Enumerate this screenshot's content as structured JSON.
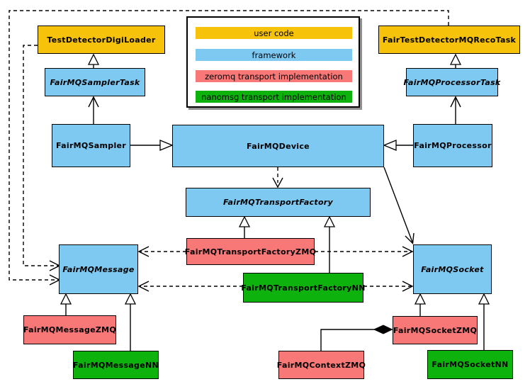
{
  "colors": {
    "user_code": "#F6C20A",
    "framework": "#7DC9F2",
    "zeromq": "#F87878",
    "nanomsg": "#0DB20D",
    "outline": "#000000",
    "background": "#FFFFFF",
    "legend_shadow": "#909090"
  },
  "legend": {
    "items": [
      {
        "label": "user code",
        "category": "user"
      },
      {
        "label": "framework",
        "category": "framework"
      },
      {
        "label": "zeromq transport implementation",
        "category": "zeromq"
      },
      {
        "label": "nanomsg transport implementation",
        "category": "nanomsg"
      }
    ]
  },
  "nodes": [
    {
      "id": "TestDetectorDigiLoader",
      "label": "TestDetectorDigiLoader",
      "category": "user",
      "abstract": false
    },
    {
      "id": "FairTestDetectorMQRecoTask",
      "label": "FairTestDetectorMQRecoTask",
      "category": "user",
      "abstract": false
    },
    {
      "id": "FairMQSamplerTask",
      "label": "FairMQSamplerTask",
      "category": "framework",
      "abstract": true
    },
    {
      "id": "FairMQProcessorTask",
      "label": "FairMQProcessorTask",
      "category": "framework",
      "abstract": true
    },
    {
      "id": "FairMQSampler",
      "label": "FairMQSampler",
      "category": "framework",
      "abstract": false
    },
    {
      "id": "FairMQDevice",
      "label": "FairMQDevice",
      "category": "framework",
      "abstract": false
    },
    {
      "id": "FairMQProcessor",
      "label": "FairMQProcessor",
      "category": "framework",
      "abstract": false
    },
    {
      "id": "FairMQTransportFactory",
      "label": "FairMQTransportFactory",
      "category": "framework",
      "abstract": true
    },
    {
      "id": "FairMQTransportFactoryZMQ",
      "label": "FairMQTransportFactoryZMQ",
      "category": "zeromq",
      "abstract": false
    },
    {
      "id": "FairMQTransportFactoryNN",
      "label": "FairMQTransportFactoryNN",
      "category": "nanomsg",
      "abstract": false
    },
    {
      "id": "FairMQMessage",
      "label": "FairMQMessage",
      "category": "framework",
      "abstract": true
    },
    {
      "id": "FairMQSocket",
      "label": "FairMQSocket",
      "category": "framework",
      "abstract": true
    },
    {
      "id": "FairMQMessageZMQ",
      "label": "FairMQMessageZMQ",
      "category": "zeromq",
      "abstract": false
    },
    {
      "id": "FairMQMessageNN",
      "label": "FairMQMessageNN",
      "category": "nanomsg",
      "abstract": false
    },
    {
      "id": "FairMQContextZMQ",
      "label": "FairMQContextZMQ",
      "category": "zeromq",
      "abstract": false
    },
    {
      "id": "FairMQSocketZMQ",
      "label": "FairMQSocketZMQ",
      "category": "zeromq",
      "abstract": false
    },
    {
      "id": "FairMQSocketNN",
      "label": "FairMQSocketNN",
      "category": "nanomsg",
      "abstract": false
    }
  ],
  "edges": [
    {
      "from": "FairMQSamplerTask",
      "to": "TestDetectorDigiLoader",
      "type": "generalization-hollow-triangle"
    },
    {
      "from": "FairMQSampler",
      "to": "FairMQSamplerTask",
      "type": "open-arrow"
    },
    {
      "from": "FairMQSampler",
      "to": "FairMQDevice",
      "type": "generalization-hollow-triangle"
    },
    {
      "from": "FairMQProcessorTask",
      "to": "FairTestDetectorMQRecoTask",
      "type": "generalization-hollow-triangle"
    },
    {
      "from": "FairMQProcessor",
      "to": "FairMQProcessorTask",
      "type": "open-arrow"
    },
    {
      "from": "FairMQProcessor",
      "to": "FairMQDevice",
      "type": "generalization-hollow-triangle"
    },
    {
      "from": "FairMQDevice",
      "to": "FairMQTransportFactory",
      "type": "dashed-open-arrow"
    },
    {
      "from": "FairMQDevice",
      "to": "FairMQSocket",
      "type": "open-arrow"
    },
    {
      "from": "FairMQTransportFactoryZMQ",
      "to": "FairMQTransportFactory",
      "type": "generalization-hollow-triangle"
    },
    {
      "from": "FairMQTransportFactoryNN",
      "to": "FairMQTransportFactory",
      "type": "generalization-hollow-triangle"
    },
    {
      "from": "FairMQTransportFactoryZMQ",
      "to": "FairMQMessage",
      "type": "dashed-open-arrow"
    },
    {
      "from": "FairMQTransportFactoryZMQ",
      "to": "FairMQSocket",
      "type": "dashed-open-arrow"
    },
    {
      "from": "FairMQTransportFactoryNN",
      "to": "FairMQMessage",
      "type": "dashed-open-arrow"
    },
    {
      "from": "FairMQTransportFactoryNN",
      "to": "FairMQSocket",
      "type": "dashed-open-arrow"
    },
    {
      "from": "TestDetectorDigiLoader",
      "to": "FairMQMessage",
      "type": "dashed-open-arrow"
    },
    {
      "from": "FairTestDetectorMQRecoTask",
      "to": "FairMQMessage",
      "type": "dashed-open-arrow"
    },
    {
      "from": "FairMQMessageZMQ",
      "to": "FairMQMessage",
      "type": "generalization-hollow-triangle"
    },
    {
      "from": "FairMQMessageNN",
      "to": "FairMQMessage",
      "type": "generalization-hollow-triangle"
    },
    {
      "from": "FairMQSocketZMQ",
      "to": "FairMQSocket",
      "type": "generalization-hollow-triangle"
    },
    {
      "from": "FairMQSocketNN",
      "to": "FairMQSocket",
      "type": "generalization-hollow-triangle"
    },
    {
      "from": "FairMQContextZMQ",
      "to": "FairMQSocketZMQ",
      "type": "composition-filled-diamond"
    }
  ]
}
